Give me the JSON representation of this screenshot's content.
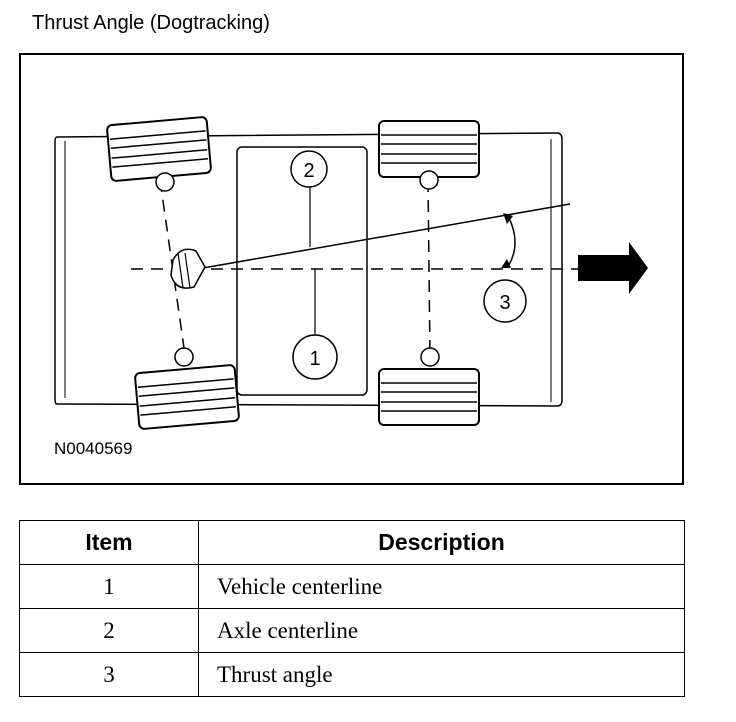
{
  "title": "Thrust Angle (Dogtracking)",
  "figure": {
    "reference_code": "N0040569",
    "callouts": [
      {
        "number": "1"
      },
      {
        "number": "2"
      },
      {
        "number": "3"
      }
    ]
  },
  "legend": {
    "headers": {
      "item": "Item",
      "description": "Description"
    },
    "rows": [
      {
        "item": "1",
        "description": "Vehicle centerline"
      },
      {
        "item": "2",
        "description": "Axle centerline"
      },
      {
        "item": "3",
        "description": "Thrust angle"
      }
    ]
  }
}
